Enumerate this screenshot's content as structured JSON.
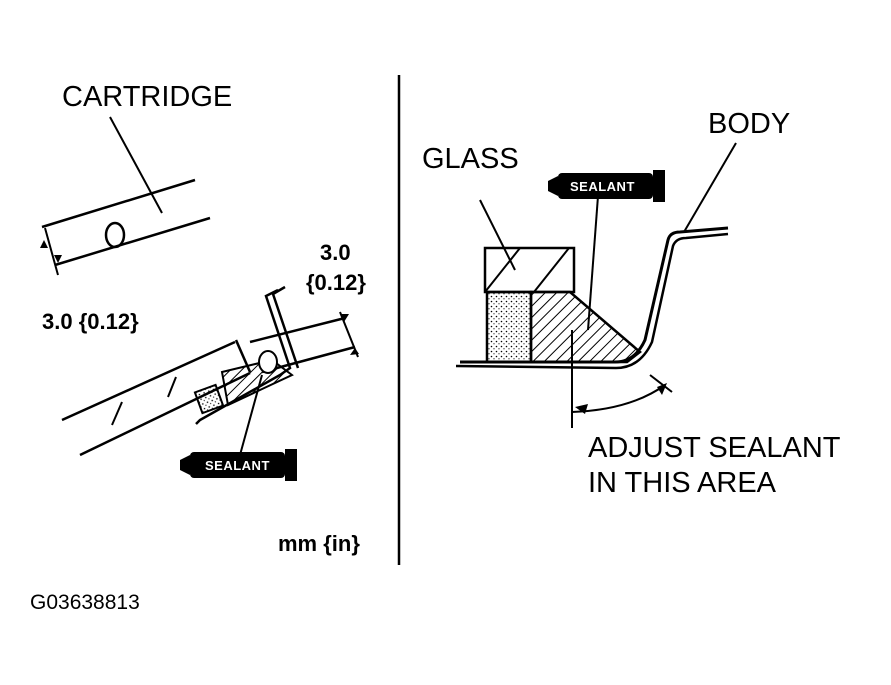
{
  "left_panel": {
    "cartridge_label": "CARTRIDGE",
    "dim_left_label": "3.0 {0.12}",
    "dim_right_line1": "3.0",
    "dim_right_line2": "{0.12}",
    "tube_label": "SEALANT",
    "units_label": "mm {in}"
  },
  "right_panel": {
    "glass_label": "GLASS",
    "body_label": "BODY",
    "tube_label": "SEALANT",
    "callout_line1": "ADJUST SEALANT",
    "callout_line2": "IN THIS AREA"
  },
  "figure_id": "G03638813",
  "colors": {
    "ink": "#000000",
    "paper": "#ffffff"
  }
}
